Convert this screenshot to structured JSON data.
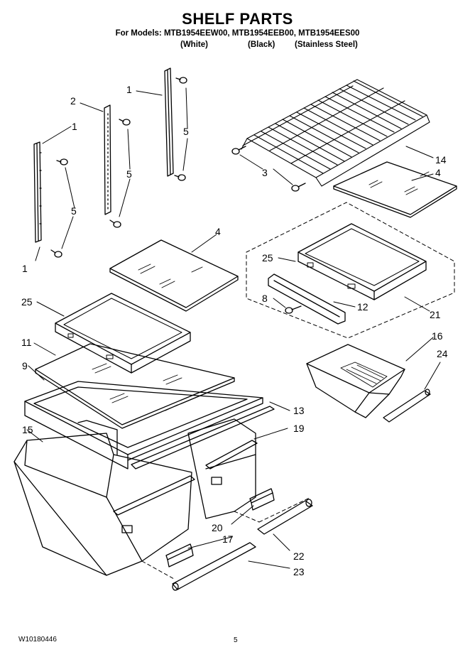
{
  "header": {
    "title": "SHELF PARTS",
    "models": "For Models: MTB1954EEW00, MTB1954EEB00, MTB1954EES00",
    "colors": [
      "(White)",
      "(Black)",
      "(Stainless Steel)"
    ]
  },
  "callouts": {
    "c1": "1",
    "c2": "2",
    "c3": "3",
    "c4": "4",
    "c5": "5",
    "c8": "8",
    "c9": "9",
    "c11": "11",
    "c12": "12",
    "c13": "13",
    "c14": "14",
    "c15": "15",
    "c16": "16",
    "c17": "17",
    "c19": "19",
    "c20": "20",
    "c21": "21",
    "c22": "22",
    "c23": "23",
    "c24": "24",
    "c25": "25"
  },
  "footer": {
    "doc_number": "W10180446",
    "page": "5"
  }
}
